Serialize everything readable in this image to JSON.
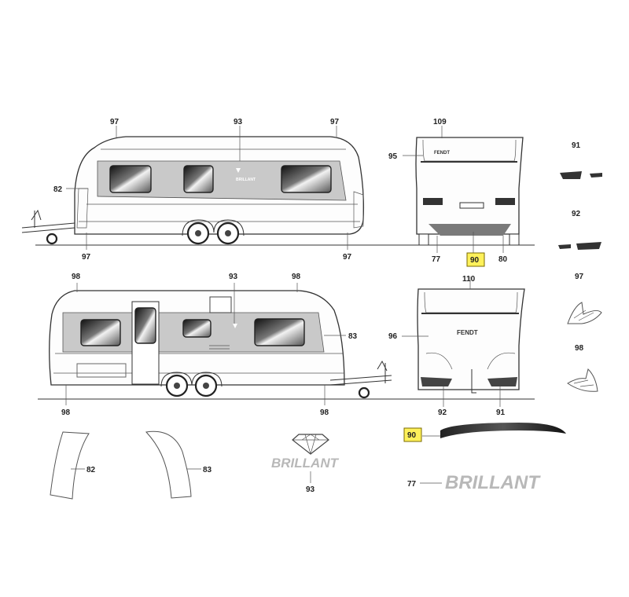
{
  "labels": {
    "side_top": [
      "97",
      "93",
      "97",
      "82",
      "97",
      "97"
    ],
    "rear_top": [
      "109",
      "95",
      "77",
      "90",
      "80"
    ],
    "side_bottom": [
      "98",
      "93",
      "98",
      "83",
      "98",
      "98"
    ],
    "front_bottom": [
      "110",
      "96",
      "92",
      "91"
    ],
    "right_parts": [
      "91",
      "92",
      "97",
      "98"
    ],
    "bottom_parts": [
      "82",
      "83",
      "93",
      "90",
      "77"
    ]
  },
  "brand": {
    "emblem_text": "BRILLANT",
    "decal_text": "BRILLANT",
    "rear_logo": "FENDT",
    "front_logo": "FENDT",
    "side_logo": "BRILLANT"
  },
  "colors": {
    "highlight": "#fff15a",
    "band": "#c9c9c9",
    "decal": "#b8b8b8"
  }
}
